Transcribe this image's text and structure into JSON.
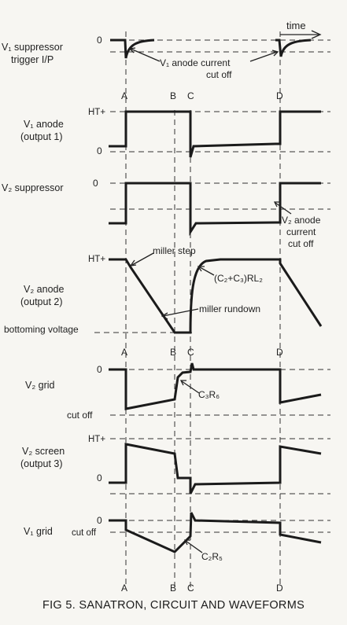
{
  "figure": {
    "caption": "FIG 5.   SANATRON, CIRCUIT AND WAVEFORMS",
    "time_label": "time",
    "time_markers": [
      "A",
      "B",
      "C",
      "D"
    ],
    "traces": [
      {
        "label_lines": [
          "V₁ suppressor",
          "trigger I/P"
        ],
        "levels": [
          "0"
        ]
      },
      {
        "label_lines": [
          "V₁ anode",
          "(output 1)"
        ],
        "levels": [
          "HT+",
          "0"
        ]
      },
      {
        "label_lines": [
          "V₂ suppressor"
        ],
        "levels": [
          "0"
        ]
      },
      {
        "label_lines": [
          "V₂ anode",
          "(output 2)"
        ],
        "levels": [
          "HT+"
        ]
      },
      {
        "label_lines": [
          "V₂ grid"
        ],
        "levels": [
          "0",
          "cut off"
        ]
      },
      {
        "label_lines": [
          "V₂ screen",
          "(output 3)"
        ],
        "levels": [
          "HT+",
          "0"
        ]
      },
      {
        "label_lines": [
          "V₁ grid"
        ],
        "levels": [
          "0",
          "cut off"
        ]
      }
    ],
    "annotations": {
      "v1_anode_cutoff": [
        "V₁ anode current",
        "cut off"
      ],
      "v2_anode_cutoff": [
        "V₂ anode",
        "current",
        "cut off"
      ],
      "miller_step": "miller step",
      "miller_rundown": "miller rundown",
      "bottoming_voltage": "bottoming voltage",
      "recovery_tc": "(C₂+C₃)RL₂",
      "c3r6": "C₃R₆",
      "c2r5": "C₂R₅"
    }
  }
}
